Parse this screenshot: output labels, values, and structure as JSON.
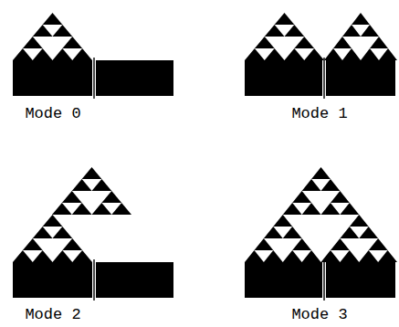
{
  "diagram": {
    "labels": [
      "Mode 0",
      "Mode 1",
      "Mode 2",
      "Mode 3"
    ]
  }
}
